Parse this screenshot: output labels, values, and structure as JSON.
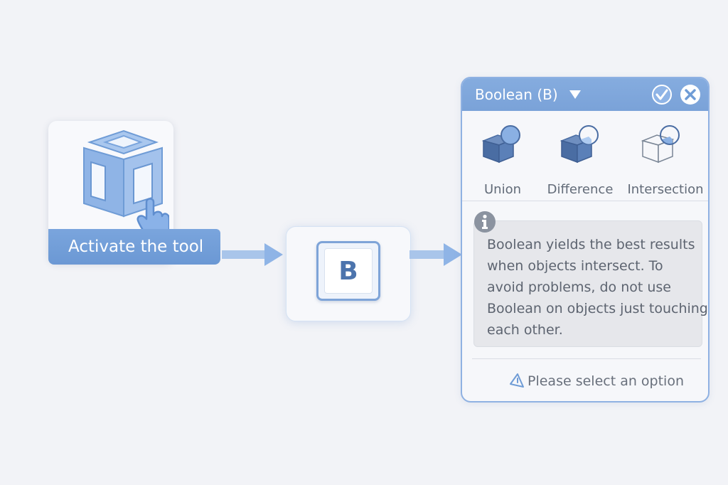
{
  "tool": {
    "icon": "wireframe-cube-icon",
    "pointer_icon": "hand-pointer-icon",
    "label": "Activate the tool"
  },
  "shortcut": {
    "key": "B"
  },
  "dialog": {
    "title": "Boolean (B)",
    "caret_icon": "triangle-down-icon",
    "confirm_icon": "checkmark-icon",
    "close_icon": "close-icon",
    "operations": [
      {
        "label": "Union",
        "icon": "boolean-union-icon"
      },
      {
        "label": "Difference",
        "icon": "boolean-difference-icon"
      },
      {
        "label": "Intersection",
        "icon": "boolean-intersection-icon"
      }
    ],
    "info": {
      "icon": "info-icon",
      "lines": [
        "Boolean yields the best results",
        "when objects intersect. To",
        "avoid problems, do not use",
        "Boolean on objects just touching",
        "each other."
      ]
    },
    "status": {
      "icon": "warning-triangle-icon",
      "text": "Please select an option"
    }
  },
  "colors": {
    "accent": "#7aa5dd",
    "accent_dark": "#4c74ad",
    "background": "#f2f3f7",
    "text_muted": "#626b78"
  }
}
